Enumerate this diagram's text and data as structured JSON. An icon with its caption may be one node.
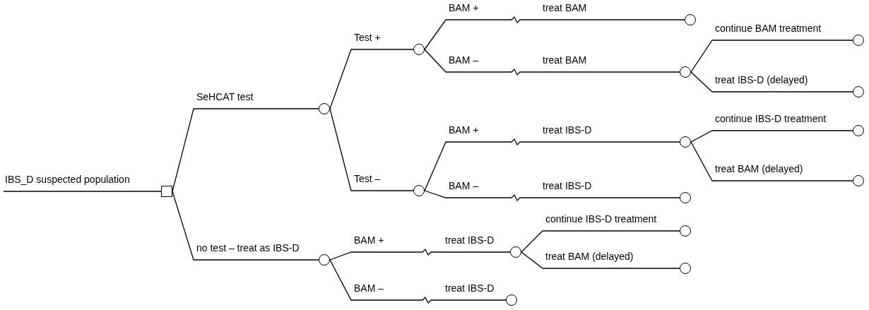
{
  "diagram": {
    "nodes": [
      {
        "text": [],
        "shape": "box"
      },
      {
        "text": [],
        "shape": "circle"
      },
      {
        "text": [],
        "shape": "circle"
      },
      {
        "text": [],
        "shape": "circle"
      },
      {
        "text": [],
        "shape": "circle"
      },
      {
        "text": [],
        "shape": "circle"
      },
      {
        "text": [],
        "shape": "circle"
      },
      {
        "text": [],
        "shape": "circle"
      },
      {
        "text": [],
        "shape": "circle"
      },
      {
        "text": [],
        "shape": "circle"
      },
      {
        "text": [],
        "shape": "circle"
      },
      {
        "text": [],
        "shape": "circle"
      },
      {
        "text": [],
        "shape": "circle"
      },
      {
        "text": [],
        "shape": "circle"
      },
      {
        "text": [],
        "shape": "circle"
      },
      {
        "text": [],
        "shape": "circle"
      },
      {
        "text": [],
        "shape": "circle"
      }
    ],
    "edges": [
      {
        "from": null,
        "to": 0,
        "arrow": "none",
        "label": "IBS_D suspected population"
      },
      {
        "from": 0,
        "to": 1,
        "arrow": "none",
        "label": "SeHCAT test"
      },
      {
        "from": 1,
        "to": 2,
        "arrow": "none",
        "label": "Test +"
      },
      {
        "from": 2,
        "to": 3,
        "arrow": "none",
        "label": "BAM +"
      },
      {
        "from": 2,
        "to": 4,
        "arrow": "none",
        "label": "BAM –"
      },
      {
        "from": 4,
        "to": 5,
        "arrow": "none",
        "label": "continue BAM treatment"
      },
      {
        "from": 4,
        "to": 6,
        "arrow": "none",
        "label": "treat IBS-D (delayed)"
      },
      {
        "from": 1,
        "to": 7,
        "arrow": "none",
        "label": "Test –"
      },
      {
        "from": 7,
        "to": 8,
        "arrow": "none",
        "label": "BAM +"
      },
      {
        "from": 8,
        "to": 9,
        "arrow": "none",
        "label": "continue IBS-D treatment"
      },
      {
        "from": 8,
        "to": 10,
        "arrow": "none",
        "label": "treat BAM (delayed)"
      },
      {
        "from": 7,
        "to": 11,
        "arrow": "none",
        "label": "BAM –"
      },
      {
        "from": 0,
        "to": 12,
        "arrow": "none",
        "label": "no test – treat as IBS-D"
      },
      {
        "from": 12,
        "to": 13,
        "arrow": "none",
        "label": "BAM +"
      },
      {
        "from": 13,
        "to": 14,
        "arrow": "none",
        "label": "continue IBS-D treatment"
      },
      {
        "from": 13,
        "to": 15,
        "arrow": "none",
        "label": "treat BAM (delayed)"
      },
      {
        "from": 12,
        "to": 16,
        "arrow": "none",
        "label": "BAM –"
      }
    ],
    "labels": [
      "treat BAM",
      "treat BAM",
      "treat IBS-D",
      "treat IBS-D",
      "treat IBS-D",
      "treat IBS-D"
    ]
  }
}
